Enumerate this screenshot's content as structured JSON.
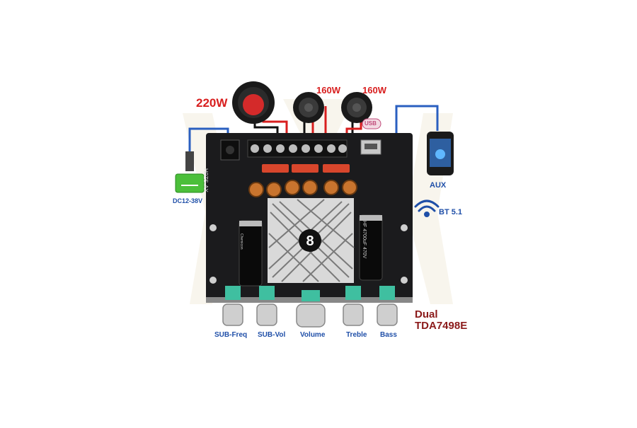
{
  "labels": {
    "power_220": "220W",
    "power_160_left": "160W",
    "power_160_right": "160W",
    "dc_input": "DC12-38V",
    "aux": "AUX",
    "bluetooth": "BT 5.1",
    "usb": "USB",
    "model_line1": "Dual",
    "model_line2": "TDA7498E",
    "board_silk": "H0ZS-AX",
    "cap_left_text": "Chemicon",
    "cap_right_text": "HF 4700uF 470V"
  },
  "knobs": [
    {
      "label": "SUB-Freq"
    },
    {
      "label": "SUB-Vol"
    },
    {
      "label": "Volume"
    },
    {
      "label": "Treble"
    },
    {
      "label": "Bass"
    }
  ],
  "colors": {
    "board": "#1b1b1d",
    "wire_red": "#d81e1e",
    "wire_black": "#111111",
    "wire_blue": "#2a5fc0",
    "label_red": "#d81e1e",
    "label_blue": "#1f4fa8",
    "model_text": "#8b1a1a",
    "knob_base": "#3fbfa0",
    "heatsink": "#d9d9d9"
  }
}
